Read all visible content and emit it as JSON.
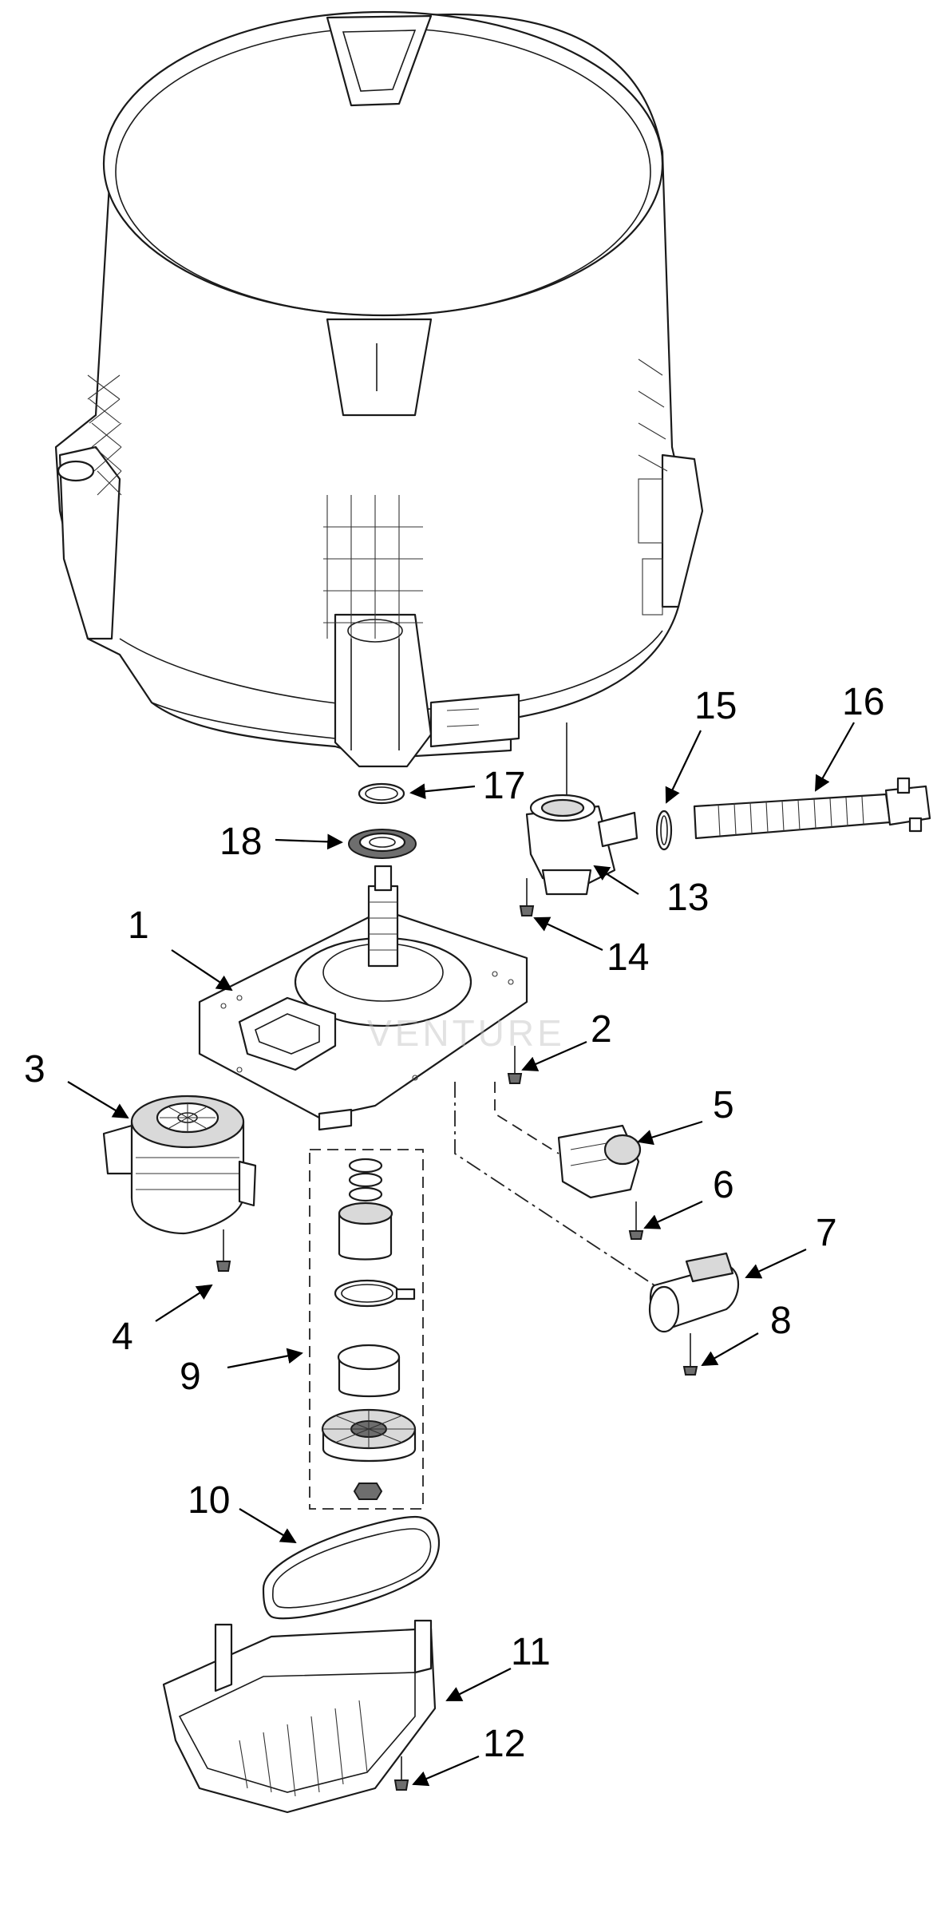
{
  "diagram": {
    "callouts": [
      "1",
      "2",
      "3",
      "4",
      "5",
      "6",
      "7",
      "8",
      "9",
      "10",
      "11",
      "12",
      "13",
      "14",
      "15",
      "16",
      "17",
      "18"
    ],
    "watermark": "VENTURE"
  }
}
